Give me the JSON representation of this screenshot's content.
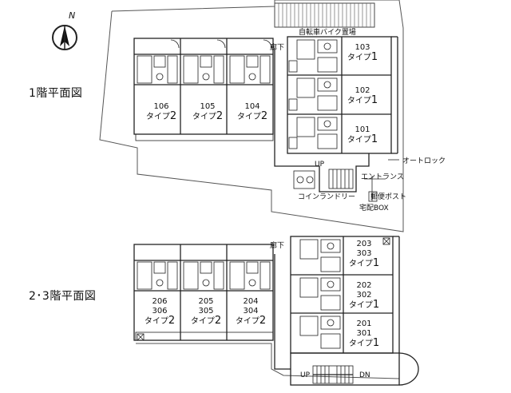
{
  "compass": {
    "letter": "N",
    "icon": "north-arrow-icon"
  },
  "floor1": {
    "title": "1階平面図",
    "labels": {
      "parking": "自転車バイク置場",
      "corridor": "廊下",
      "up": "UP",
      "entrance": "エントランス",
      "autolock": "オートロック",
      "laundry": "コインランドリー",
      "postbox": "郵便ポスト",
      "delivery": "宅配BOX"
    },
    "left_units": [
      {
        "number": "106",
        "type_prefix": "タイプ",
        "type_num": "2"
      },
      {
        "number": "105",
        "type_prefix": "タイプ",
        "type_num": "2"
      },
      {
        "number": "104",
        "type_prefix": "タイプ",
        "type_num": "2"
      }
    ],
    "right_units": [
      {
        "number": "103",
        "type_prefix": "タイプ",
        "type_num": "1"
      },
      {
        "number": "102",
        "type_prefix": "タイプ",
        "type_num": "1"
      },
      {
        "number": "101",
        "type_prefix": "タイプ",
        "type_num": "1"
      }
    ]
  },
  "floor23": {
    "title": "2･3階平面図",
    "labels": {
      "corridor": "廊下",
      "up": "UP",
      "dn": "DN"
    },
    "left_units": [
      {
        "number": "206",
        "number2": "306",
        "type_prefix": "タイプ",
        "type_num": "2"
      },
      {
        "number": "205",
        "number2": "305",
        "type_prefix": "タイプ",
        "type_num": "2"
      },
      {
        "number": "204",
        "number2": "304",
        "type_prefix": "タイプ",
        "type_num": "2"
      }
    ],
    "right_units": [
      {
        "number": "203",
        "number2": "303",
        "type_prefix": "タイプ",
        "type_num": "1"
      },
      {
        "number": "202",
        "number2": "302",
        "type_prefix": "タイプ",
        "type_num": "1"
      },
      {
        "number": "201",
        "number2": "301",
        "type_prefix": "タイプ",
        "type_num": "1"
      }
    ]
  }
}
